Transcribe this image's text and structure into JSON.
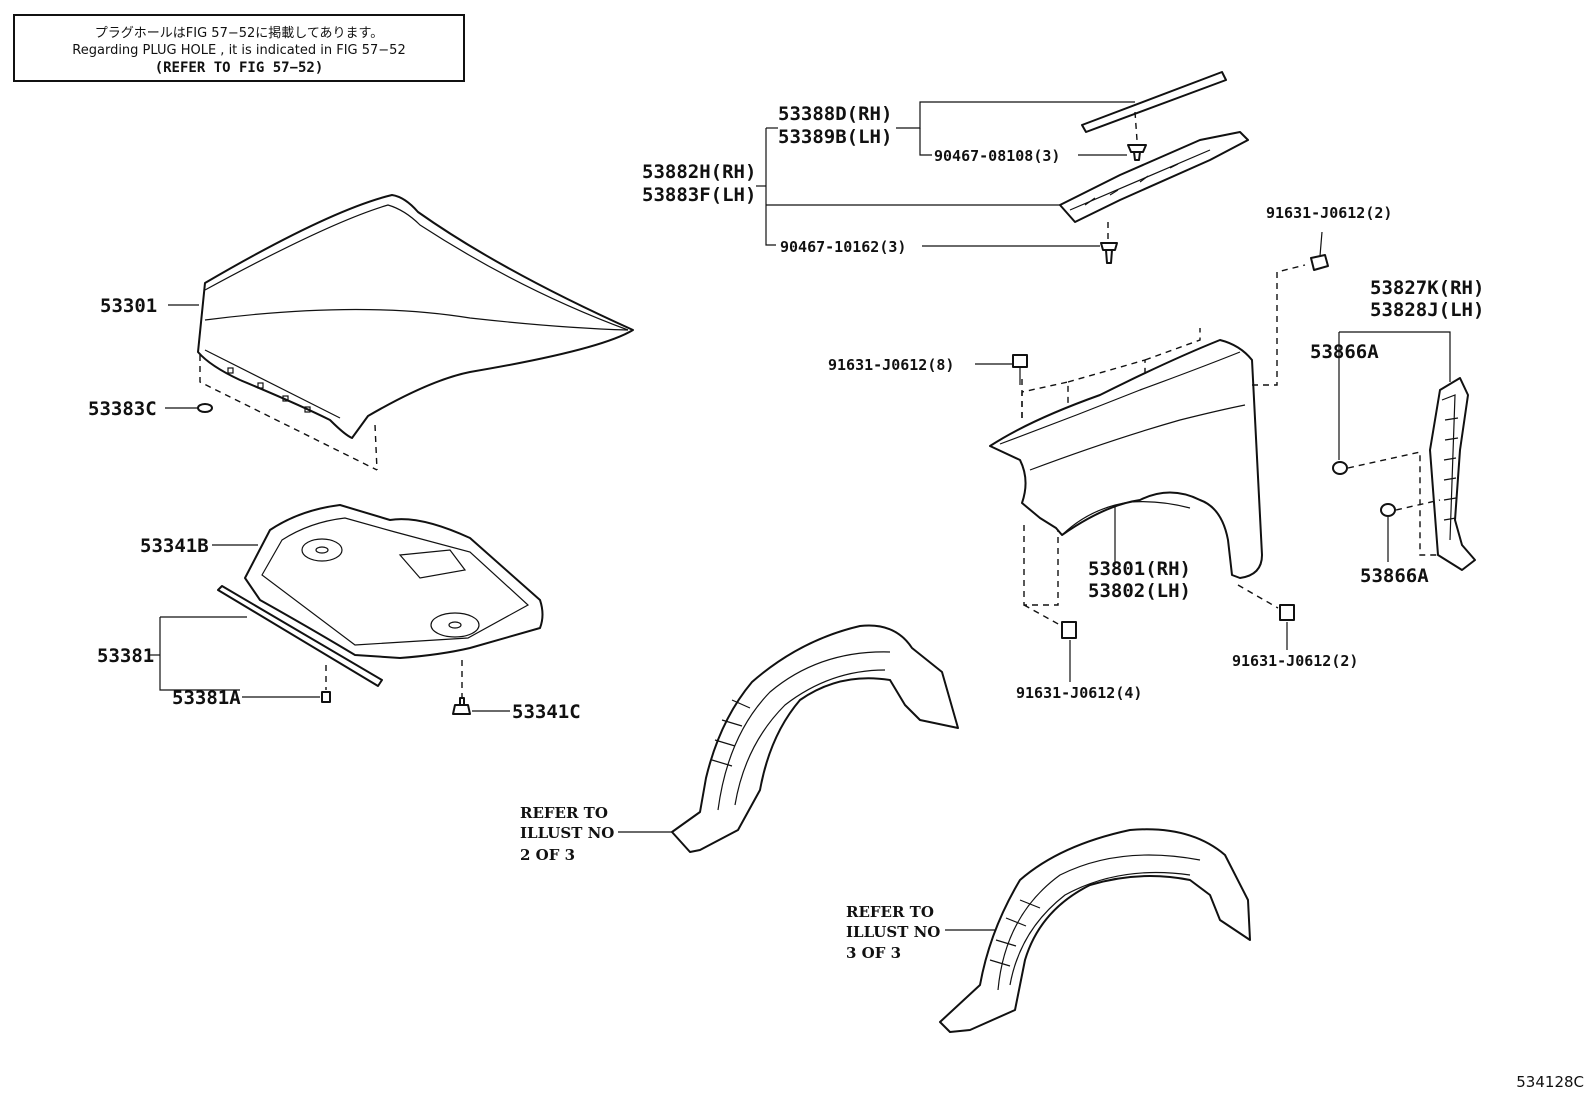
{
  "note": {
    "line1": "プラグホールはFIG 57−52に掲載してあります。",
    "line2": "Regarding  PLUG  HOLE , it is indicated in FIG  57−52",
    "line3": "(REFER TO FIG 57−52)"
  },
  "labels": {
    "p53301": "53301",
    "p53383C": "53383C",
    "p53341B": "53341B",
    "p53381": "53381",
    "p53381A": "53381A",
    "p53341C": "53341C",
    "p53388D": "53388D(RH)",
    "p53389B": "53389B(LH)",
    "p53882H": "53882H(RH)",
    "p53883F": "53883F(LH)",
    "p90467_08108": "90467-08108(3)",
    "p90467_10162": "90467-10162(3)",
    "p91631_top": "91631-J0612(2)",
    "p91631_8": "91631-J0612(8)",
    "p53827K": "53827K(RH)",
    "p53828J": "53828J(LH)",
    "p53866A_top": "53866A",
    "p53866A_bot": "53866A",
    "p53801": "53801(RH)",
    "p53802": "53802(LH)",
    "p91631_4": "91631-J0612(4)",
    "p91631_2": "91631-J0612(2)"
  },
  "refer1": {
    "l1": "REFER TO",
    "l2": "ILLUST NO",
    "l3": "2 OF 3"
  },
  "refer2": {
    "l1": "REFER TO",
    "l2": "ILLUST NO",
    "l3": "3 OF 3"
  },
  "figure_id": "534128C"
}
